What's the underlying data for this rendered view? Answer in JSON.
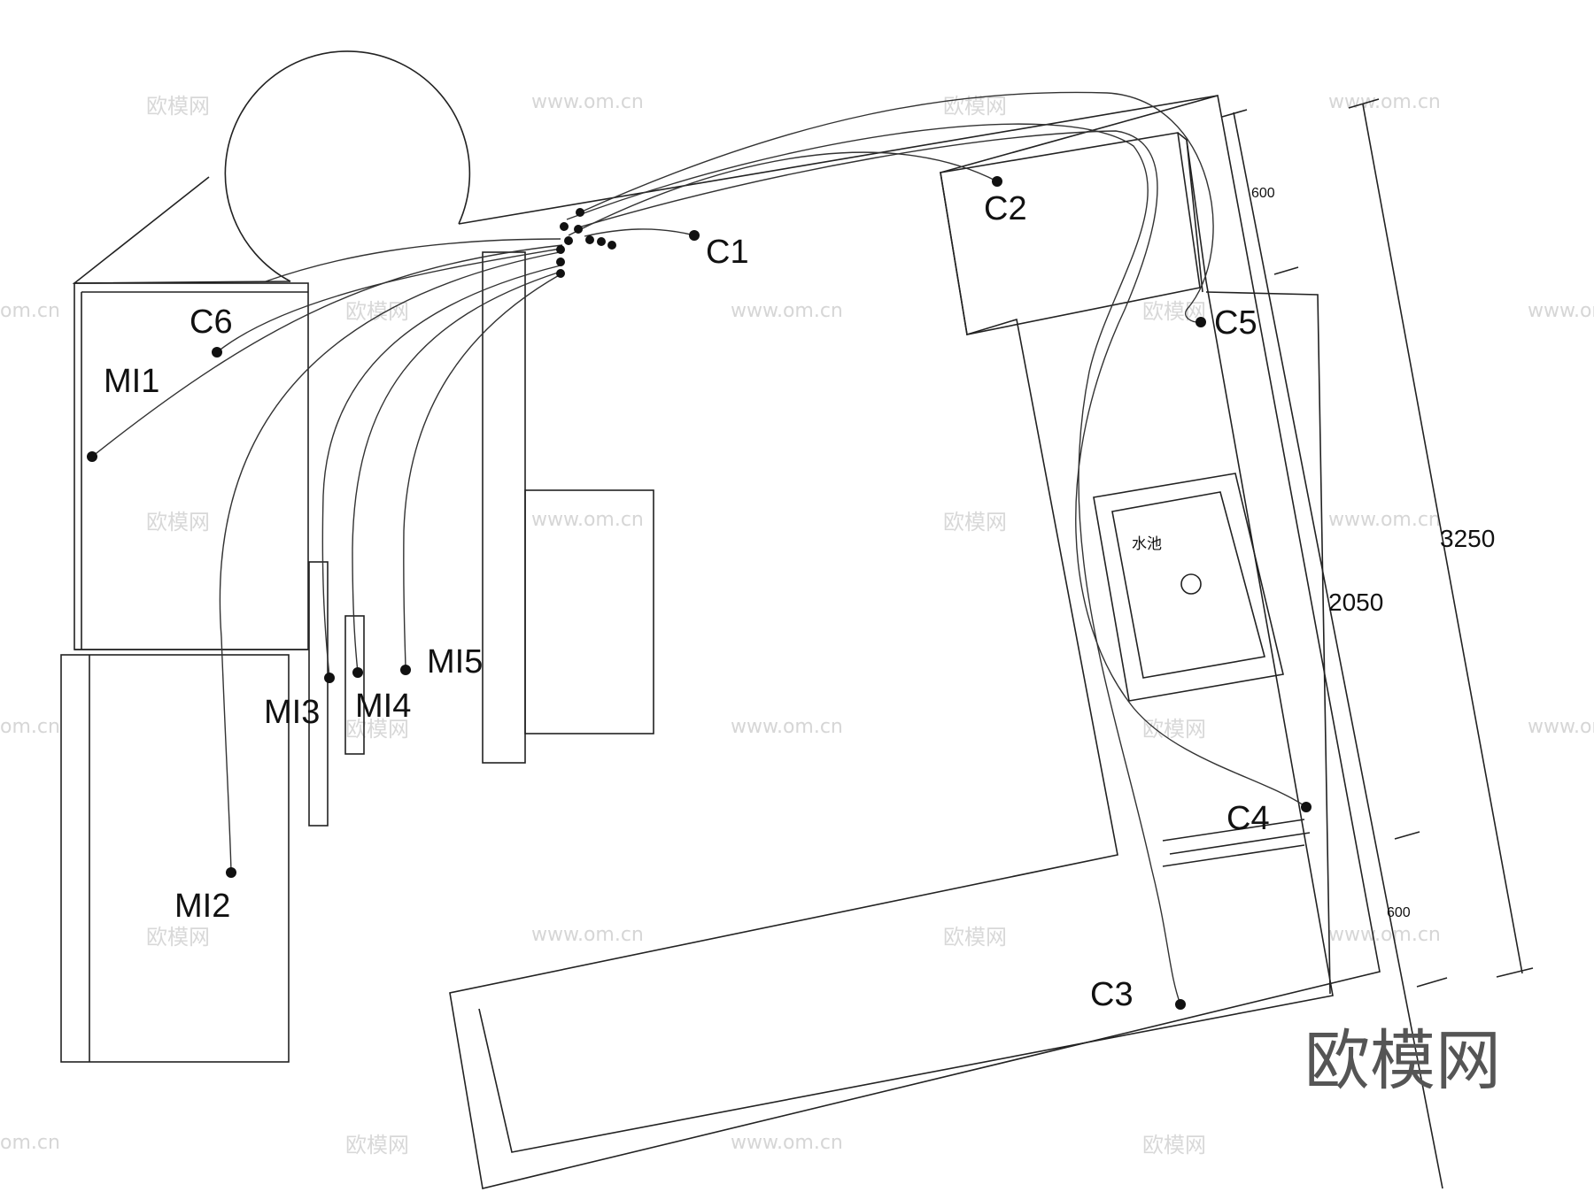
{
  "points": [
    {
      "id": "C1",
      "label": "C1"
    },
    {
      "id": "C2",
      "label": "C2"
    },
    {
      "id": "C3",
      "label": "C3"
    },
    {
      "id": "C4",
      "label": "C4"
    },
    {
      "id": "C5",
      "label": "C5"
    },
    {
      "id": "C6",
      "label": "C6"
    },
    {
      "id": "MI1",
      "label": "MI1"
    },
    {
      "id": "MI2",
      "label": "MI2"
    },
    {
      "id": "MI3",
      "label": "MI3"
    },
    {
      "id": "MI4",
      "label": "MI4"
    },
    {
      "id": "MI5",
      "label": "MI5"
    }
  ],
  "dimensions": {
    "top_segment": "600",
    "middle_segment": "2050",
    "bottom_segment": "600",
    "overall": "3250"
  },
  "sink_label": "水池",
  "watermark": {
    "cn": "欧模网",
    "url": "www.om.cn",
    "url_partial": "om.cn",
    "brand": "欧模网"
  }
}
